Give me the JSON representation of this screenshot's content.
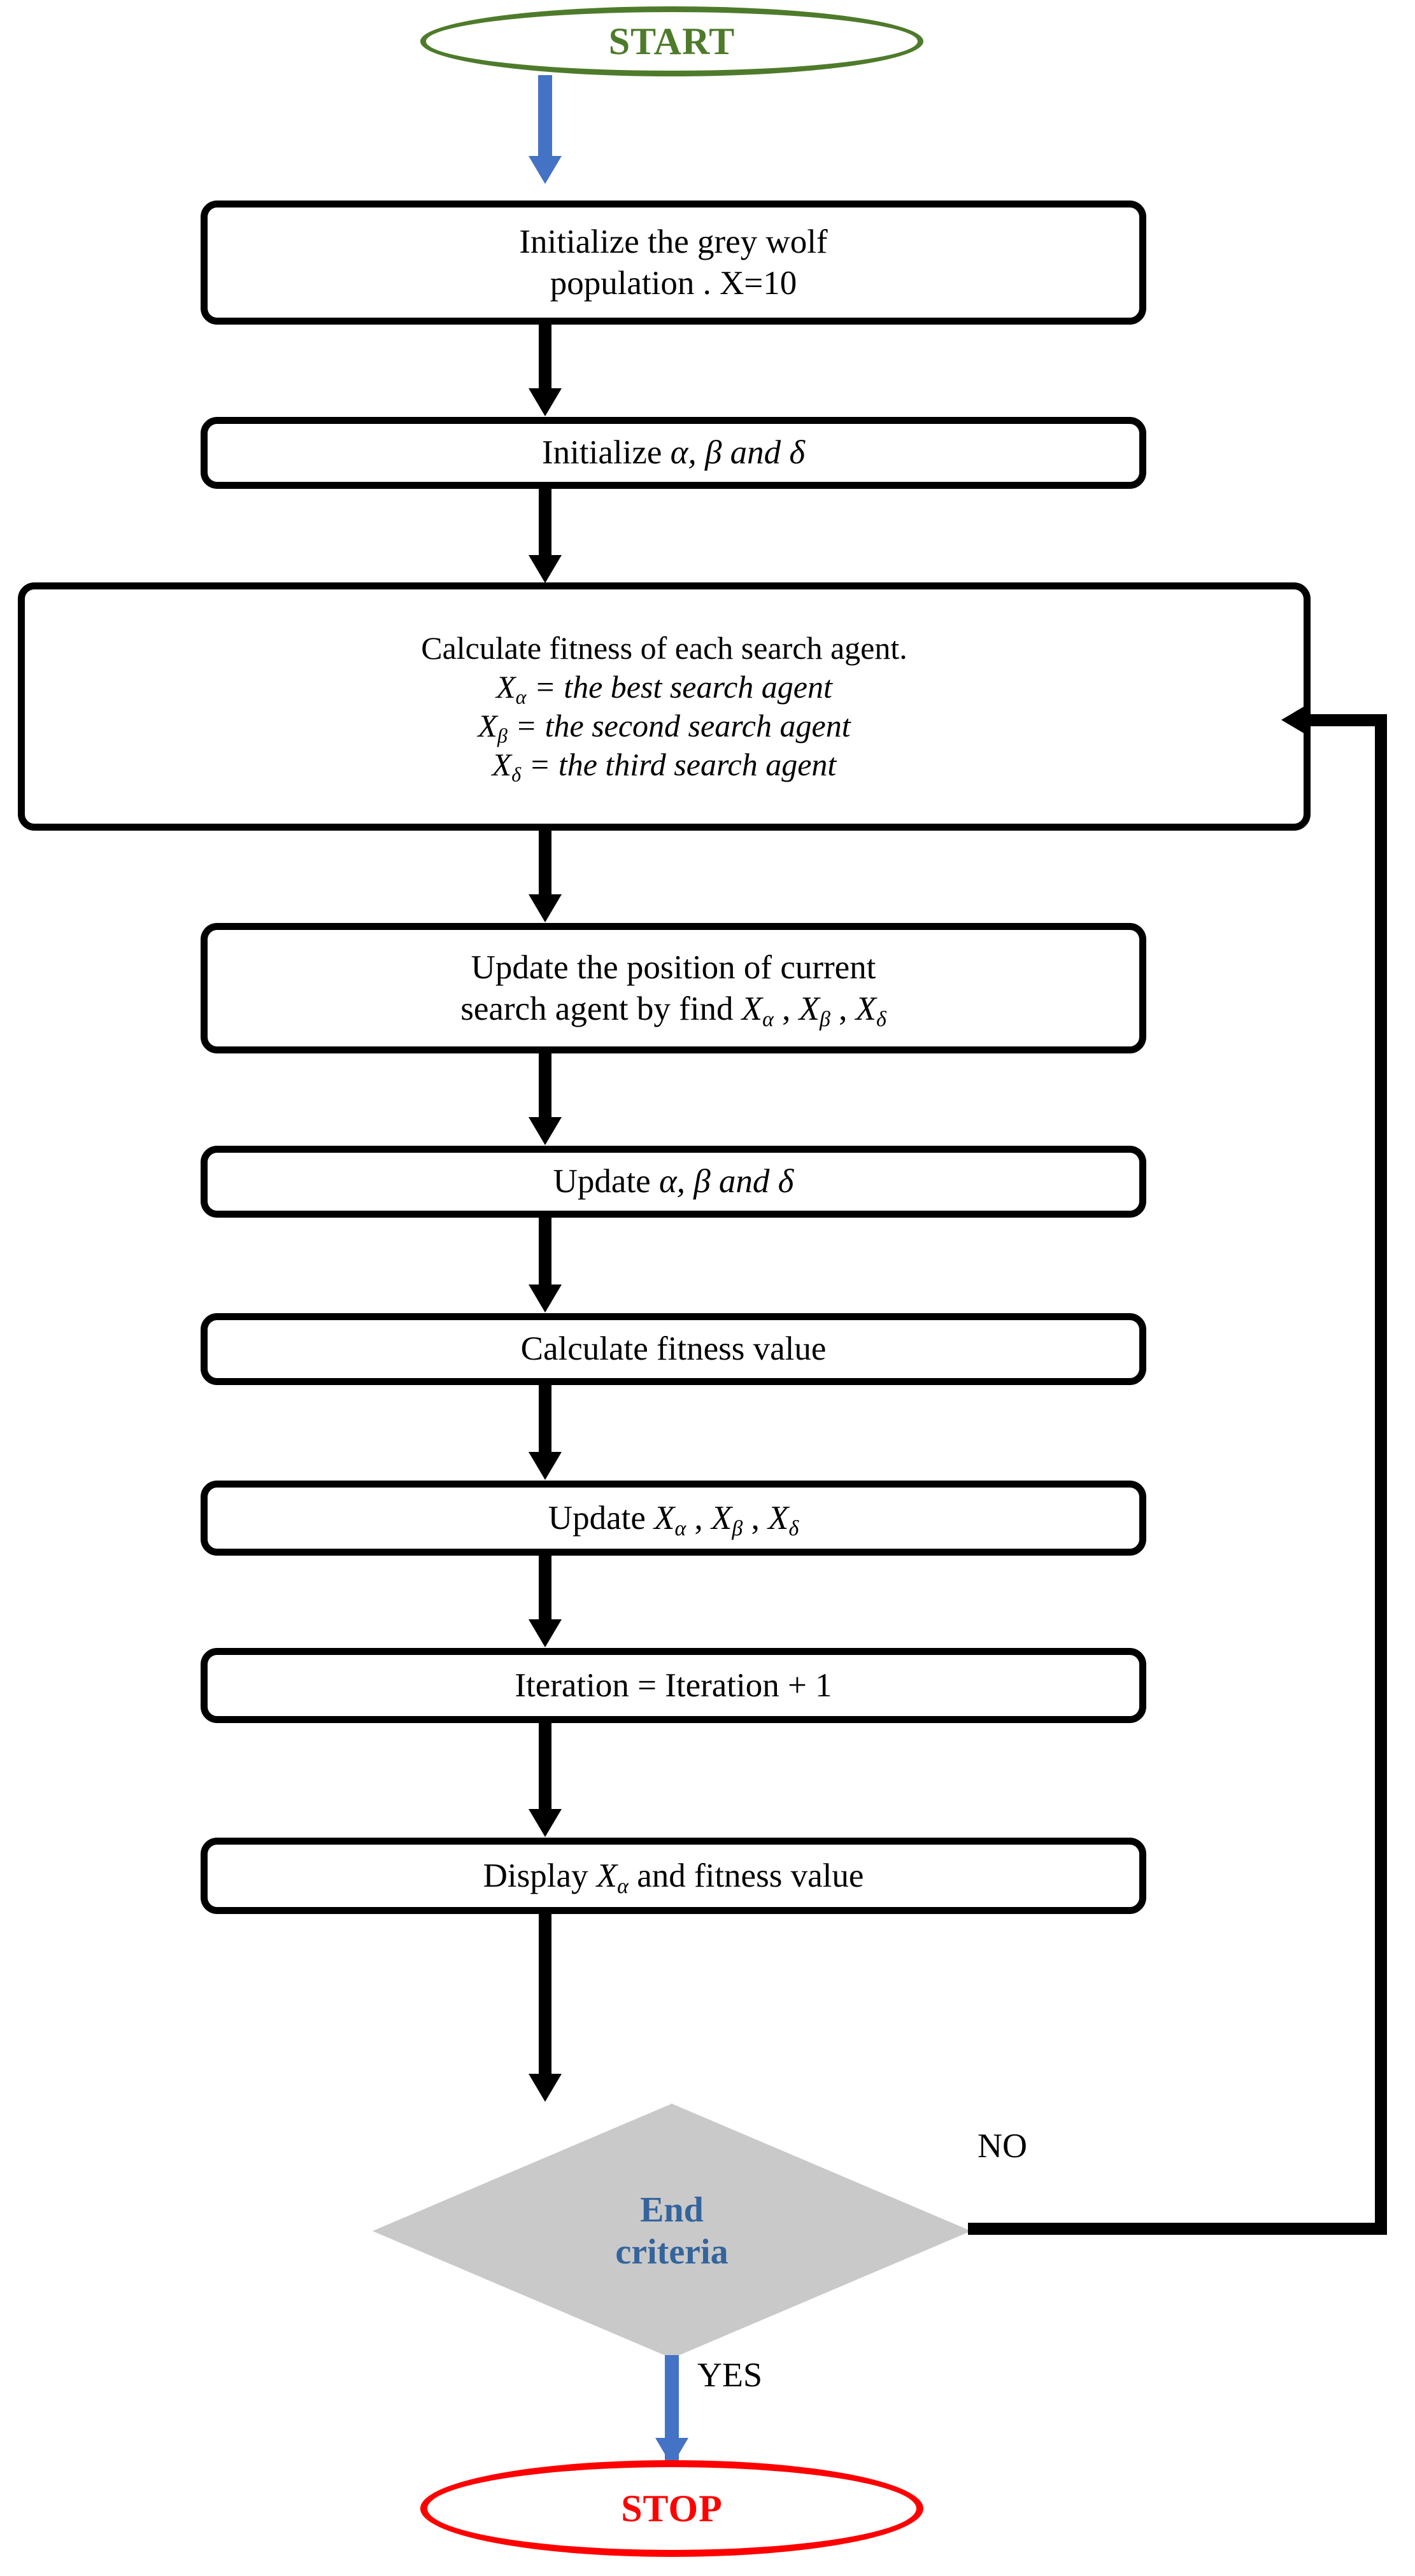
{
  "diagram": {
    "type": "flowchart",
    "title": "Grey Wolf Optimizer (GWO) algorithm flowchart",
    "colors": {
      "start_green": "#4E7B2B",
      "stop_red": "#FF0000",
      "decision_fill": "#C9C9C9",
      "decision_text_blue": "#34649C",
      "arrow_blue": "#4472C4",
      "arrow_black": "#000000",
      "box_border": "#000000",
      "background": "#FFFFFF"
    }
  },
  "nodes": {
    "start": {
      "label": "START",
      "shape": "oval"
    },
    "init_population": {
      "label": "Initialize the grey wolf population . X=10",
      "line1": "Initialize the grey wolf",
      "line2": "population . X=10",
      "shape": "rounded-rectangle"
    },
    "init_abd": {
      "label": "Initialize α, β and δ",
      "prefix": "Initialize ",
      "greek": "α, β and δ",
      "shape": "rounded-rectangle"
    },
    "calc_fitness": {
      "shape": "rounded-rectangle",
      "line1": "Calculate fitness of each search agent.",
      "line2_var": "X",
      "line2_sub": "α",
      "line2_rest": " = the best search agent",
      "line3_var": "X",
      "line3_sub": "β",
      "line3_rest": " = the second search agent",
      "line4_var": "X",
      "line4_sub": "δ",
      "line4_rest": " =  the third search agent"
    },
    "update_position": {
      "shape": "rounded-rectangle",
      "line1": "Update the position of current",
      "line2_prefix": "search agent by find ",
      "v1": "X",
      "s1": "α",
      "sep1": " , ",
      "v2": "X",
      "s2": "β",
      "sep2": " , ",
      "v3": "X",
      "s3": "δ"
    },
    "update_abd": {
      "shape": "rounded-rectangle",
      "prefix": "Update ",
      "greek": "α, β and δ"
    },
    "calc_fitness_value": {
      "shape": "rounded-rectangle",
      "label": "Calculate fitness value"
    },
    "update_xabd": {
      "shape": "rounded-rectangle",
      "prefix": "Update ",
      "v1": "X",
      "s1": "α",
      "sep1": " , ",
      "v2": "X",
      "s2": "β",
      "sep2": " , ",
      "v3": "X",
      "s3": "δ"
    },
    "iteration": {
      "shape": "rounded-rectangle",
      "label": "Iteration = Iteration + 1"
    },
    "display": {
      "shape": "rounded-rectangle",
      "prefix": "Display ",
      "v1": "X",
      "s1": "α",
      "suffix": " and fitness value"
    },
    "end_criteria": {
      "shape": "diamond",
      "line1": "End",
      "line2": "criteria"
    },
    "stop": {
      "label": "STOP",
      "shape": "oval"
    }
  },
  "edges": {
    "no_label": "NO",
    "yes_label": "YES"
  }
}
